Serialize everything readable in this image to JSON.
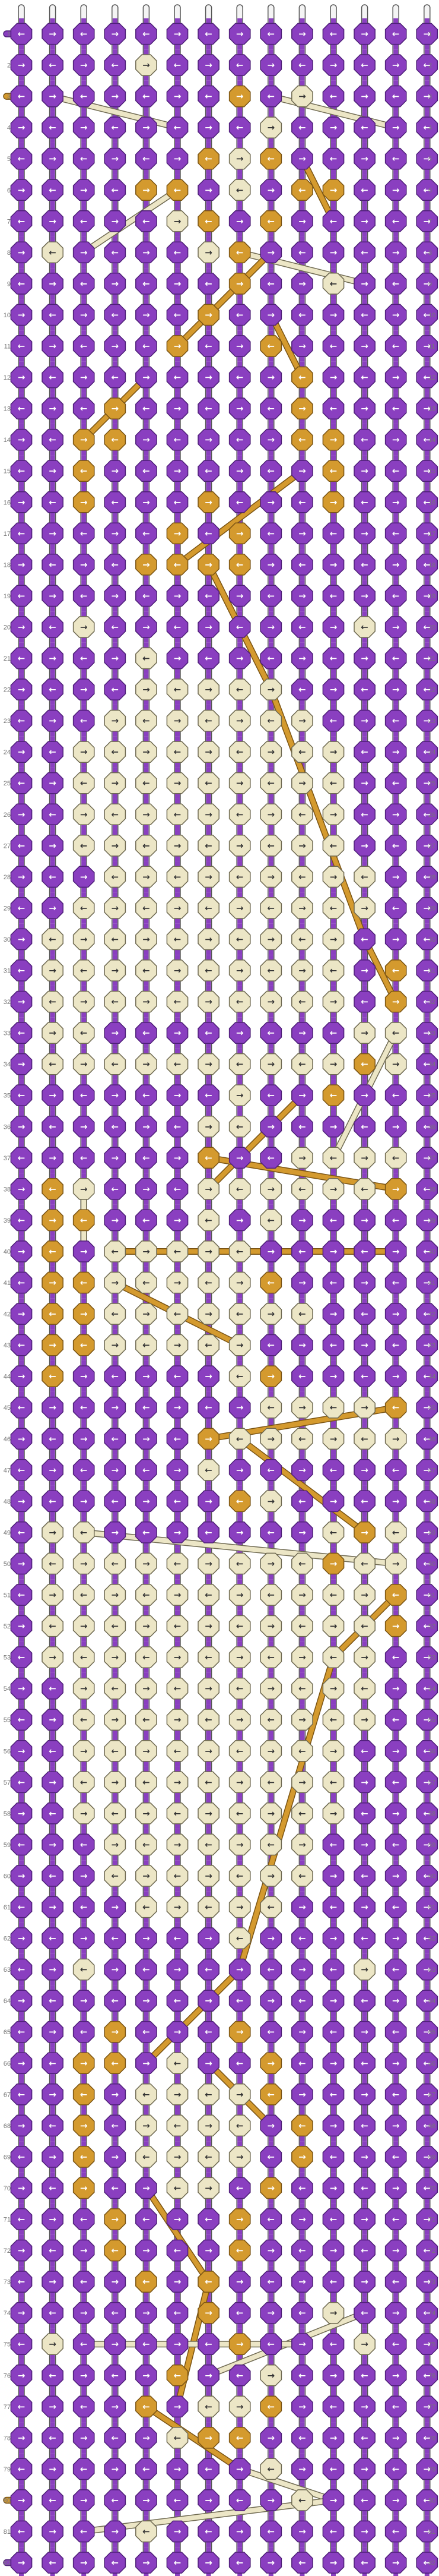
{
  "pattern": {
    "strings": 14,
    "rows": 82,
    "colors": {
      "purple": "#8a3fc0",
      "purple_dark": "#4e1f78",
      "gold": "#d49a2e",
      "gold_dark": "#7a5414",
      "cream": "#ece6c6",
      "cream_dark": "#6f6a52",
      "string_light": "#f4f4f4",
      "string_outline": "#555555",
      "arrow_on_dark": "#ffffff",
      "arrow_on_light": "#333333"
    },
    "string_colors": [
      "purple",
      "purple",
      "purple",
      "purple",
      "cream",
      "purple",
      "purple",
      "purple",
      "purple",
      "purple",
      "purple",
      "purple",
      "purple",
      "cream"
    ],
    "left_thread_rows": {
      "1": "purple",
      "3": "gold",
      "80": "gold",
      "82": "purple"
    },
    "right_thread_rows": {
      "2": "cream",
      "81": "cream"
    },
    "gold_knots": [
      [
        3,
        7
      ],
      [
        5,
        6
      ],
      [
        5,
        8
      ],
      [
        6,
        4
      ],
      [
        6,
        5
      ],
      [
        6,
        9
      ],
      [
        6,
        10
      ],
      [
        7,
        6
      ],
      [
        7,
        8
      ],
      [
        8,
        7
      ],
      [
        9,
        7
      ],
      [
        10,
        6
      ],
      [
        11,
        5
      ],
      [
        11,
        8
      ],
      [
        12,
        9
      ],
      [
        13,
        3
      ],
      [
        13,
        9
      ],
      [
        14,
        2
      ],
      [
        14,
        3
      ],
      [
        14,
        9
      ],
      [
        14,
        10
      ],
      [
        15,
        2
      ],
      [
        15,
        10
      ],
      [
        16,
        2
      ],
      [
        16,
        6
      ],
      [
        16,
        10
      ],
      [
        17,
        5
      ],
      [
        17,
        7
      ],
      [
        18,
        4
      ],
      [
        18,
        5
      ],
      [
        18,
        6
      ],
      [
        18,
        7
      ],
      [
        31,
        12
      ],
      [
        32,
        12
      ],
      [
        34,
        11
      ],
      [
        35,
        10
      ],
      [
        37,
        6
      ],
      [
        38,
        1
      ],
      [
        38,
        12
      ],
      [
        39,
        1
      ],
      [
        39,
        2
      ],
      [
        40,
        1
      ],
      [
        41,
        1
      ],
      [
        41,
        2
      ],
      [
        41,
        8
      ],
      [
        42,
        1
      ],
      [
        42,
        2
      ],
      [
        43,
        1
      ],
      [
        43,
        2
      ],
      [
        44,
        1
      ],
      [
        44,
        8
      ],
      [
        45,
        12
      ],
      [
        46,
        6
      ],
      [
        48,
        7
      ],
      [
        49,
        11
      ],
      [
        50,
        10
      ],
      [
        51,
        12
      ],
      [
        52,
        12
      ],
      [
        65,
        3
      ],
      [
        65,
        7
      ],
      [
        66,
        2
      ],
      [
        66,
        3
      ],
      [
        66,
        8
      ],
      [
        67,
        2
      ],
      [
        67,
        8
      ],
      [
        68,
        2
      ],
      [
        68,
        9
      ],
      [
        69,
        2
      ],
      [
        69,
        9
      ],
      [
        70,
        2
      ],
      [
        70,
        8
      ],
      [
        71,
        3
      ],
      [
        71,
        7
      ],
      [
        72,
        3
      ],
      [
        72,
        7
      ],
      [
        73,
        4
      ],
      [
        73,
        6
      ],
      [
        74,
        6
      ],
      [
        75,
        7
      ],
      [
        76,
        5
      ],
      [
        77,
        4
      ],
      [
        77,
        8
      ],
      [
        78,
        6
      ],
      [
        78,
        7
      ]
    ],
    "cream_knots": [
      [
        2,
        4
      ],
      [
        3,
        9
      ],
      [
        4,
        8
      ],
      [
        5,
        7
      ],
      [
        6,
        7
      ],
      [
        7,
        5
      ],
      [
        8,
        1
      ],
      [
        8,
        6
      ],
      [
        9,
        10
      ],
      [
        20,
        2
      ],
      [
        20,
        11
      ],
      [
        21,
        4
      ],
      [
        22,
        4
      ],
      [
        22,
        5
      ],
      [
        22,
        6
      ],
      [
        22,
        7
      ],
      [
        22,
        8
      ],
      [
        23,
        3
      ],
      [
        23,
        4
      ],
      [
        23,
        5
      ],
      [
        23,
        6
      ],
      [
        23,
        7
      ],
      [
        23,
        8
      ],
      [
        23,
        9
      ],
      [
        24,
        2
      ],
      [
        24,
        3
      ],
      [
        24,
        4
      ],
      [
        24,
        5
      ],
      [
        24,
        6
      ],
      [
        24,
        7
      ],
      [
        24,
        8
      ],
      [
        24,
        9
      ],
      [
        24,
        10
      ],
      [
        25,
        2
      ],
      [
        25,
        3
      ],
      [
        25,
        4
      ],
      [
        25,
        5
      ],
      [
        25,
        6
      ],
      [
        25,
        7
      ],
      [
        25,
        8
      ],
      [
        25,
        9
      ],
      [
        25,
        10
      ],
      [
        26,
        2
      ],
      [
        26,
        3
      ],
      [
        26,
        4
      ],
      [
        26,
        5
      ],
      [
        26,
        6
      ],
      [
        26,
        7
      ],
      [
        26,
        8
      ],
      [
        26,
        9
      ],
      [
        26,
        10
      ],
      [
        27,
        2
      ],
      [
        27,
        3
      ],
      [
        27,
        4
      ],
      [
        27,
        5
      ],
      [
        27,
        6
      ],
      [
        27,
        7
      ],
      [
        27,
        8
      ],
      [
        27,
        9
      ],
      [
        27,
        10
      ],
      [
        28,
        3
      ],
      [
        28,
        4
      ],
      [
        28,
        5
      ],
      [
        28,
        6
      ],
      [
        28,
        7
      ],
      [
        28,
        8
      ],
      [
        28,
        9
      ],
      [
        28,
        10
      ],
      [
        28,
        11
      ],
      [
        29,
        2
      ],
      [
        29,
        3
      ],
      [
        29,
        4
      ],
      [
        29,
        5
      ],
      [
        29,
        6
      ],
      [
        29,
        7
      ],
      [
        29,
        8
      ],
      [
        29,
        9
      ],
      [
        29,
        10
      ],
      [
        29,
        11
      ],
      [
        30,
        1
      ],
      [
        30,
        2
      ],
      [
        30,
        3
      ],
      [
        30,
        4
      ],
      [
        30,
        5
      ],
      [
        30,
        6
      ],
      [
        30,
        7
      ],
      [
        30,
        8
      ],
      [
        30,
        9
      ],
      [
        30,
        10
      ],
      [
        31,
        1
      ],
      [
        31,
        2
      ],
      [
        31,
        3
      ],
      [
        31,
        4
      ],
      [
        31,
        5
      ],
      [
        31,
        6
      ],
      [
        31,
        7
      ],
      [
        31,
        8
      ],
      [
        31,
        9
      ],
      [
        31,
        10
      ],
      [
        32,
        1
      ],
      [
        32,
        2
      ],
      [
        32,
        3
      ],
      [
        32,
        4
      ],
      [
        32,
        5
      ],
      [
        32,
        6
      ],
      [
        32,
        7
      ],
      [
        32,
        8
      ],
      [
        32,
        9
      ],
      [
        32,
        10
      ],
      [
        33,
        1
      ],
      [
        33,
        2
      ],
      [
        33,
        11
      ],
      [
        33,
        12
      ],
      [
        34,
        1
      ],
      [
        34,
        2
      ],
      [
        34,
        3
      ],
      [
        34,
        4
      ],
      [
        34,
        5
      ],
      [
        34,
        6
      ],
      [
        34,
        7
      ],
      [
        34,
        8
      ],
      [
        34,
        9
      ],
      [
        34,
        10
      ],
      [
        34,
        12
      ],
      [
        35,
        7
      ],
      [
        36,
        6
      ],
      [
        36,
        7
      ],
      [
        37,
        9
      ],
      [
        37,
        10
      ],
      [
        37,
        11
      ],
      [
        37,
        12
      ],
      [
        38,
        2
      ],
      [
        38,
        6
      ],
      [
        38,
        7
      ],
      [
        38,
        8
      ],
      [
        38,
        9
      ],
      [
        38,
        10
      ],
      [
        38,
        11
      ],
      [
        39,
        6
      ],
      [
        39,
        8
      ],
      [
        40,
        3
      ],
      [
        40,
        4
      ],
      [
        40,
        5
      ],
      [
        40,
        6
      ],
      [
        40,
        7
      ],
      [
        41,
        3
      ],
      [
        41,
        4
      ],
      [
        41,
        5
      ],
      [
        41,
        6
      ],
      [
        41,
        7
      ],
      [
        42,
        3
      ],
      [
        42,
        4
      ],
      [
        42,
        5
      ],
      [
        42,
        6
      ],
      [
        42,
        7
      ],
      [
        42,
        8
      ],
      [
        42,
        9
      ],
      [
        43,
        3
      ],
      [
        43,
        4
      ],
      [
        43,
        5
      ],
      [
        43,
        6
      ],
      [
        43,
        7
      ],
      [
        44,
        7
      ],
      [
        45,
        8
      ],
      [
        45,
        9
      ],
      [
        45,
        10
      ],
      [
        45,
        11
      ],
      [
        46,
        7
      ],
      [
        46,
        8
      ],
      [
        46,
        9
      ],
      [
        46,
        10
      ],
      [
        46,
        11
      ],
      [
        46,
        12
      ],
      [
        47,
        6
      ],
      [
        48,
        8
      ],
      [
        49,
        1
      ],
      [
        49,
        2
      ],
      [
        49,
        10
      ],
      [
        49,
        12
      ],
      [
        50,
        1
      ],
      [
        50,
        2
      ],
      [
        50,
        3
      ],
      [
        50,
        4
      ],
      [
        50,
        5
      ],
      [
        50,
        6
      ],
      [
        50,
        7
      ],
      [
        50,
        8
      ],
      [
        50,
        9
      ],
      [
        50,
        11
      ],
      [
        50,
        12
      ],
      [
        51,
        1
      ],
      [
        51,
        2
      ],
      [
        51,
        3
      ],
      [
        51,
        4
      ],
      [
        51,
        5
      ],
      [
        51,
        6
      ],
      [
        51,
        7
      ],
      [
        51,
        8
      ],
      [
        51,
        9
      ],
      [
        51,
        10
      ],
      [
        51,
        11
      ],
      [
        52,
        1
      ],
      [
        52,
        2
      ],
      [
        52,
        3
      ],
      [
        52,
        4
      ],
      [
        52,
        5
      ],
      [
        52,
        6
      ],
      [
        52,
        7
      ],
      [
        52,
        8
      ],
      [
        52,
        9
      ],
      [
        52,
        10
      ],
      [
        52,
        11
      ],
      [
        53,
        1
      ],
      [
        53,
        2
      ],
      [
        53,
        3
      ],
      [
        53,
        4
      ],
      [
        53,
        5
      ],
      [
        53,
        6
      ],
      [
        53,
        7
      ],
      [
        53,
        8
      ],
      [
        53,
        9
      ],
      [
        53,
        10
      ],
      [
        53,
        11
      ],
      [
        54,
        2
      ],
      [
        54,
        3
      ],
      [
        54,
        4
      ],
      [
        54,
        5
      ],
      [
        54,
        6
      ],
      [
        54,
        7
      ],
      [
        54,
        8
      ],
      [
        54,
        9
      ],
      [
        54,
        10
      ],
      [
        54,
        11
      ],
      [
        55,
        2
      ],
      [
        55,
        3
      ],
      [
        55,
        4
      ],
      [
        55,
        5
      ],
      [
        55,
        6
      ],
      [
        55,
        7
      ],
      [
        55,
        8
      ],
      [
        55,
        9
      ],
      [
        55,
        10
      ],
      [
        55,
        11
      ],
      [
        56,
        2
      ],
      [
        56,
        3
      ],
      [
        56,
        4
      ],
      [
        56,
        5
      ],
      [
        56,
        6
      ],
      [
        56,
        7
      ],
      [
        56,
        8
      ],
      [
        56,
        9
      ],
      [
        56,
        10
      ],
      [
        57,
        2
      ],
      [
        57,
        3
      ],
      [
        57,
        4
      ],
      [
        57,
        5
      ],
      [
        57,
        6
      ],
      [
        57,
        7
      ],
      [
        57,
        8
      ],
      [
        57,
        9
      ],
      [
        57,
        10
      ],
      [
        58,
        2
      ],
      [
        58,
        3
      ],
      [
        58,
        4
      ],
      [
        58,
        5
      ],
      [
        58,
        6
      ],
      [
        58,
        7
      ],
      [
        58,
        8
      ],
      [
        58,
        9
      ],
      [
        58,
        10
      ],
      [
        59,
        3
      ],
      [
        59,
        4
      ],
      [
        59,
        5
      ],
      [
        59,
        6
      ],
      [
        59,
        7
      ],
      [
        59,
        8
      ],
      [
        59,
        9
      ],
      [
        60,
        3
      ],
      [
        60,
        4
      ],
      [
        60,
        5
      ],
      [
        60,
        6
      ],
      [
        60,
        7
      ],
      [
        60,
        8
      ],
      [
        60,
        9
      ],
      [
        61,
        4
      ],
      [
        61,
        5
      ],
      [
        61,
        6
      ],
      [
        61,
        7
      ],
      [
        61,
        8
      ],
      [
        62,
        7
      ],
      [
        63,
        2
      ],
      [
        63,
        11
      ],
      [
        66,
        5
      ],
      [
        67,
        4
      ],
      [
        67,
        5
      ],
      [
        67,
        6
      ],
      [
        67,
        7
      ],
      [
        68,
        4
      ],
      [
        68,
        5
      ],
      [
        68,
        6
      ],
      [
        68,
        7
      ],
      [
        69,
        4
      ],
      [
        69,
        5
      ],
      [
        69,
        6
      ],
      [
        69,
        7
      ],
      [
        70,
        5
      ],
      [
        70,
        6
      ],
      [
        74,
        10
      ],
      [
        75,
        1
      ],
      [
        75,
        11
      ],
      [
        76,
        8
      ],
      [
        77,
        6
      ],
      [
        77,
        7
      ],
      [
        78,
        5
      ],
      [
        79,
        8
      ],
      [
        80,
        9
      ],
      [
        81,
        4
      ]
    ],
    "diagonal_links": [
      [
        3,
        1,
        4,
        5,
        "cream"
      ],
      [
        3,
        8,
        4,
        12,
        "cream"
      ],
      [
        6,
        5,
        8,
        2,
        "cream"
      ],
      [
        8,
        7,
        9,
        11,
        "cream"
      ],
      [
        5,
        9,
        7,
        10,
        "gold"
      ],
      [
        8,
        8,
        11,
        5,
        "gold"
      ],
      [
        10,
        8,
        12,
        9,
        "gold"
      ],
      [
        12,
        4,
        14,
        2,
        "gold"
      ],
      [
        15,
        9,
        18,
        5,
        "gold"
      ],
      [
        18,
        6,
        22,
        8,
        "gold"
      ],
      [
        22,
        8,
        30,
        11,
        "gold"
      ],
      [
        30,
        11,
        32,
        12,
        "gold"
      ],
      [
        33,
        12,
        37,
        10,
        "cream"
      ],
      [
        35,
        9,
        38,
        6,
        "gold"
      ],
      [
        37,
        6,
        38,
        12,
        "gold"
      ],
      [
        38,
        2,
        40,
        2,
        "cream"
      ],
      [
        40,
        3,
        40,
        12,
        "gold"
      ],
      [
        41,
        3,
        43,
        7,
        "gold"
      ],
      [
        45,
        12,
        46,
        6,
        "gold"
      ],
      [
        46,
        7,
        49,
        11,
        "gold"
      ],
      [
        49,
        2,
        50,
        12,
        "cream"
      ],
      [
        51,
        12,
        53,
        10,
        "gold"
      ],
      [
        53,
        10,
        63,
        7,
        "gold"
      ],
      [
        63,
        7,
        66,
        4,
        "gold"
      ],
      [
        66,
        6,
        68,
        8,
        "gold"
      ],
      [
        70,
        4,
        73,
        6,
        "gold"
      ],
      [
        73,
        6,
        77,
        5,
        "gold"
      ],
      [
        74,
        11,
        76,
        6,
        "cream"
      ],
      [
        75,
        2,
        75,
        9,
        "cream"
      ],
      [
        77,
        4,
        79,
        7,
        "gold"
      ],
      [
        79,
        7,
        80,
        10,
        "cream"
      ],
      [
        80,
        10,
        81,
        2,
        "cream"
      ]
    ]
  }
}
